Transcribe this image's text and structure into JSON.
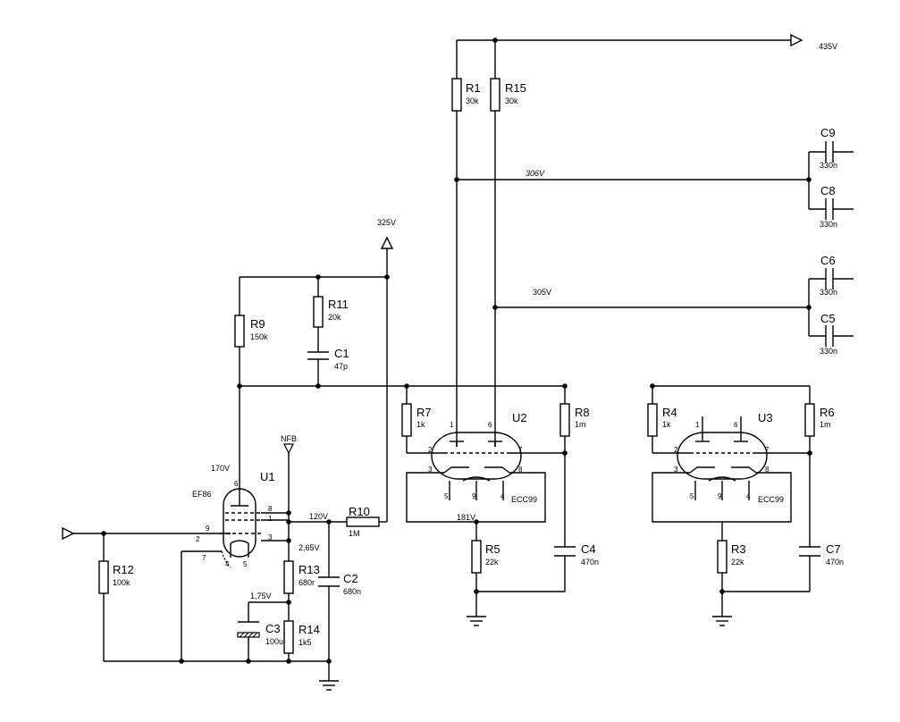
{
  "rails": {
    "v435": "435V",
    "v325": "325V",
    "v306": "306V",
    "v305": "305V",
    "nfb": "NFB"
  },
  "nodes": {
    "v170": "170V",
    "v120": "120V",
    "v265": "2,65V",
    "v175": "1,75V",
    "v181": "181V"
  },
  "components": {
    "R1": {
      "name": "R1",
      "value": "30k"
    },
    "R15": {
      "name": "R15",
      "value": "30k"
    },
    "R9": {
      "name": "R9",
      "value": "150k"
    },
    "R11": {
      "name": "R11",
      "value": "20k"
    },
    "C1": {
      "name": "C1",
      "value": "47p"
    },
    "R7": {
      "name": "R7",
      "value": "1k"
    },
    "R8": {
      "name": "R8",
      "value": "1m"
    },
    "R4": {
      "name": "R4",
      "value": "1k"
    },
    "R6": {
      "name": "R6",
      "value": "1m"
    },
    "R10": {
      "name": "R10",
      "value": "1M"
    },
    "R12": {
      "name": "R12",
      "value": "100k"
    },
    "R13": {
      "name": "R13",
      "value": "680r"
    },
    "R14": {
      "name": "R14",
      "value": "1k5"
    },
    "C2": {
      "name": "C2",
      "value": "680n"
    },
    "C3": {
      "name": "C3",
      "value": "100u"
    },
    "R5": {
      "name": "R5",
      "value": "22k"
    },
    "C4": {
      "name": "C4",
      "value": "470n"
    },
    "R3": {
      "name": "R3",
      "value": "22k"
    },
    "C7": {
      "name": "C7",
      "value": "470n"
    },
    "C9": {
      "name": "C9",
      "value": "330n"
    },
    "C8": {
      "name": "C8",
      "value": "330n"
    },
    "C6": {
      "name": "C6",
      "value": "330n"
    },
    "C5": {
      "name": "C5",
      "value": "330n"
    }
  },
  "tubes": {
    "U1": {
      "name": "U1",
      "type": "EF86"
    },
    "U2": {
      "name": "U2",
      "type": "ECC99"
    },
    "U3": {
      "name": "U3",
      "type": "ECC99"
    }
  },
  "pins": {
    "p1": "1",
    "p2": "2",
    "p3": "3",
    "p4": "4",
    "p5": "5",
    "p6": "6",
    "p7": "7",
    "p8": "8",
    "p9": "9"
  }
}
